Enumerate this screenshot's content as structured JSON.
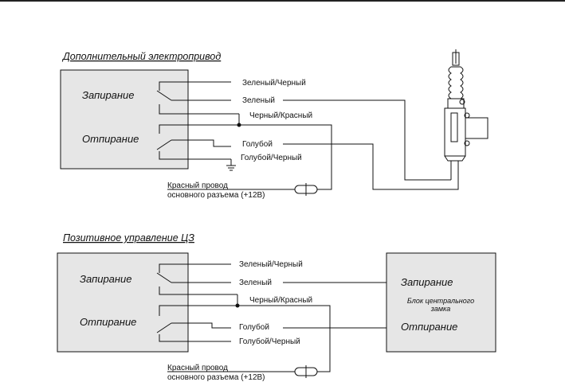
{
  "diagram1": {
    "title": "Дополнительный электропривод",
    "block": {
      "lock": "Запирание",
      "unlock": "Отпирание"
    },
    "wires": {
      "green_black": "Зеленый/Черный",
      "green": "Зеленый",
      "black_red": "Черный/Красный",
      "blue": "Голубой",
      "blue_black": "Голубой/Черный"
    },
    "power_line1": "Красный провод",
    "power_line2": "основного разъема (+12В)"
  },
  "diagram2": {
    "title": "Позитивное управление ЦЗ",
    "block": {
      "lock": "Запирание",
      "unlock": "Отпирание"
    },
    "wires": {
      "green_black": "Зеленый/Черный",
      "green": "Зеленый",
      "black_red": "Черный/Красный",
      "blue": "Голубой",
      "blue_black": "Голубой/Черный"
    },
    "power_line1": "Красный провод",
    "power_line2": "основного разъема (+12В)",
    "cz_block": {
      "lock": "Запирание",
      "unlock": "Отпирание",
      "name_line1": "Блок центрального",
      "name_line2": "замка"
    }
  }
}
